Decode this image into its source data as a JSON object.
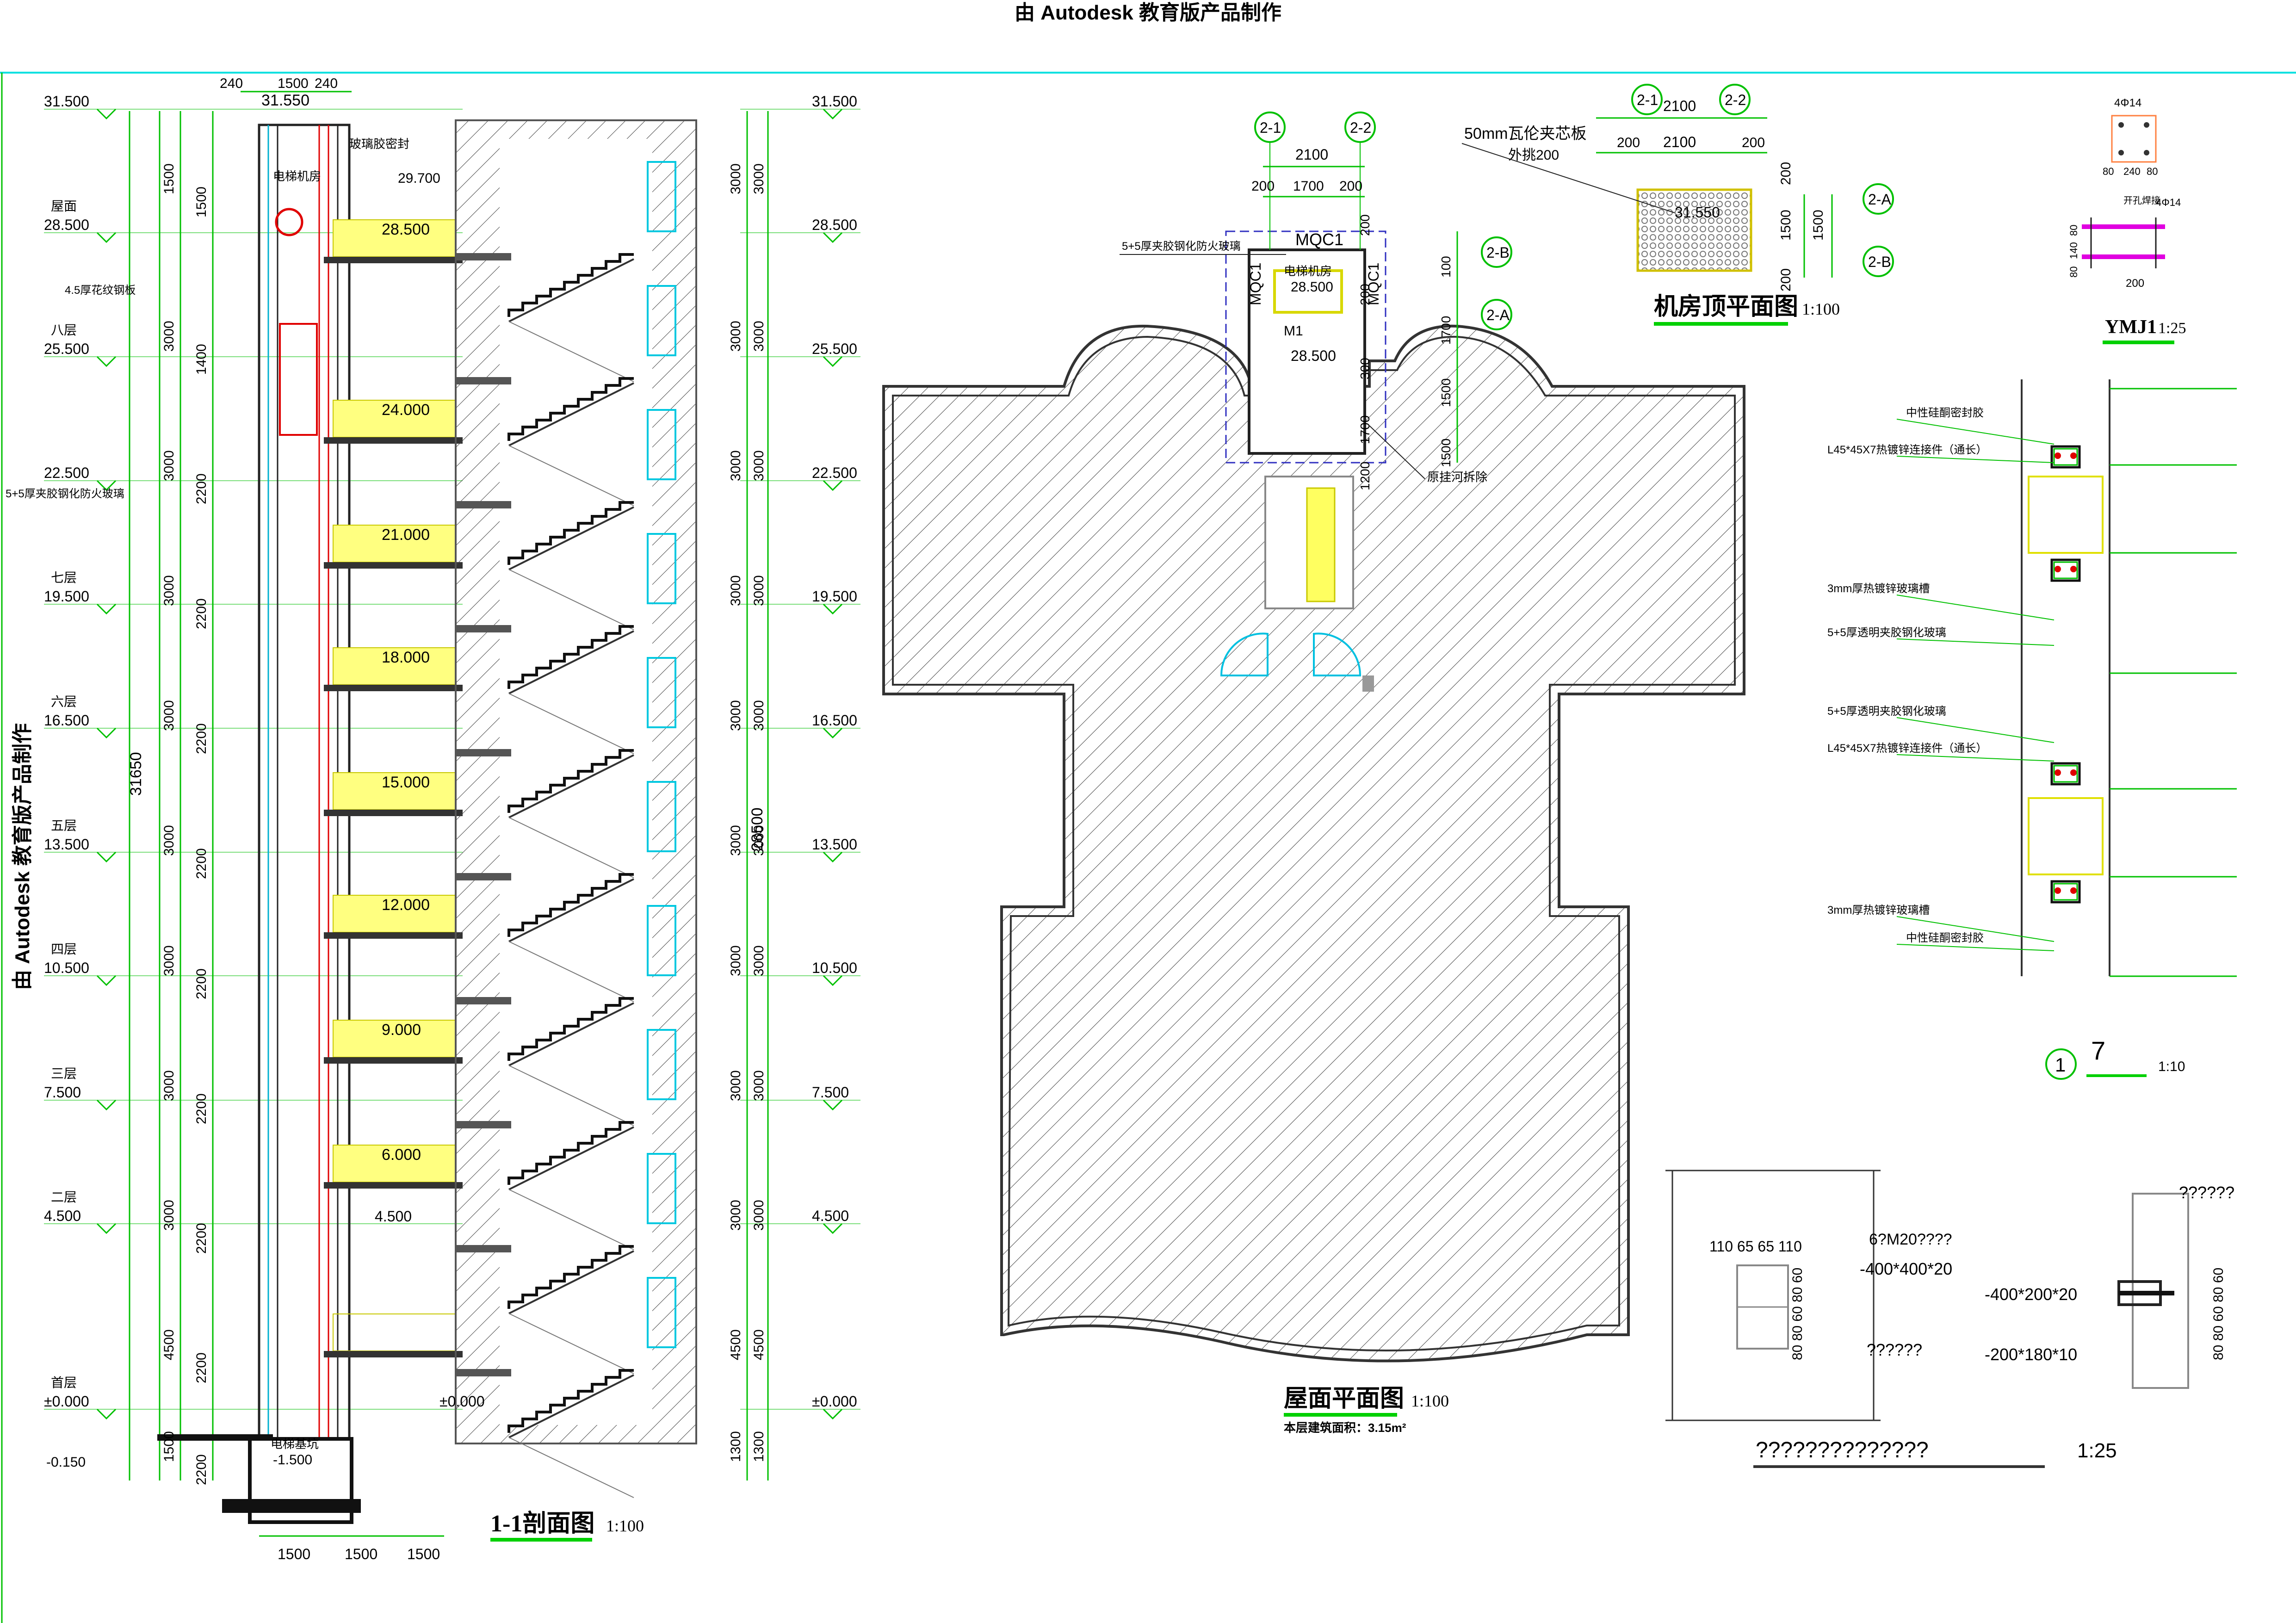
{
  "watermark": "由 Autodesk 教育版产品制作",
  "section": {
    "title": "1-1剖面图",
    "scale": "1:100",
    "level_values": [
      "31.500",
      "28.500",
      "25.500",
      "22.500",
      "19.500",
      "16.500",
      "13.500",
      "10.500",
      "7.500",
      "4.500",
      "±0.000"
    ],
    "left_labels": [
      "屋面",
      "八层",
      "七层",
      "六层",
      "五层",
      "四层",
      "三层",
      "二层",
      "首层"
    ],
    "below_zero": "-0.150",
    "inner_levels": [
      "28.500",
      "24.000",
      "21.000",
      "18.000",
      "15.000",
      "12.000",
      "9.000",
      "6.000"
    ],
    "mid_levels": [
      "4.500",
      "±0.000"
    ],
    "top_level": "31.550",
    "upper_level": "29.700",
    "top_dims": [
      "240",
      "1500",
      "240"
    ],
    "bottom_dims": [
      "1500",
      "1500",
      "1500"
    ],
    "right_dims": [
      "3000",
      "3000",
      "3000",
      "3000",
      "3000",
      "3000",
      "3000",
      "3000",
      "3000",
      "4500",
      "1300"
    ],
    "left_dims": [
      "1500",
      "3000",
      "3000",
      "3000",
      "3000",
      "3000",
      "3000",
      "3000",
      "3000",
      "4500",
      "1500"
    ],
    "inner_dims": [
      "1500",
      "1400",
      "2200",
      "2200",
      "2200",
      "2200",
      "2200",
      "2200",
      "2200",
      "2200",
      "2200"
    ],
    "total_left": "31650",
    "total_right": "28500",
    "notes": {
      "glass_seal": "玻璃胶密封",
      "machine_room": "电梯机房",
      "plate": "4.5厚花纹钢板",
      "fire_glass": "5+5厚夹胶钢化防火玻璃",
      "pit": "电梯基坑",
      "pit_level": "-1.500"
    }
  },
  "roof_plan": {
    "title": "屋面平面图",
    "scale": "1:100",
    "area_note": "本层建筑面积：3.15m²",
    "axes": [
      "2-1",
      "2-2",
      "2-B",
      "2-A"
    ],
    "dims_top": [
      "2100",
      "200",
      "1700",
      "200"
    ],
    "dims_side": [
      "200",
      "100",
      "200",
      "1700",
      "300",
      "1500",
      "1700",
      "1500",
      "1200"
    ],
    "labels": {
      "mqc": "MQC1",
      "room": "电梯机房",
      "room_level": "28.500",
      "door": "M1",
      "floor_level": "28.500",
      "glass_note": "5+5厚夹胶钢化防火玻璃",
      "seal_note": "原挂河拆除"
    }
  },
  "machine_roof": {
    "title": "机房顶平面图",
    "scale": "1:100",
    "axes": [
      "2-1",
      "2-2",
      "2-A",
      "2-B"
    ],
    "dims_top": [
      "2100",
      "200",
      "2100",
      "200"
    ],
    "dims_side": [
      "200",
      "1500",
      "1500",
      "200"
    ],
    "level": "31.550",
    "note1": "50mm瓦伦夹芯板",
    "note2": "外挑200"
  },
  "ymj": {
    "title": "YMJ1",
    "scale": "1:25",
    "rebar": "4Φ14",
    "rebar2": "4Φ14",
    "dims": [
      "80",
      "240",
      "80",
      "200"
    ],
    "dims_v": [
      "80",
      "140",
      "80"
    ],
    "note": "开孔焊接"
  },
  "detail1": {
    "number": "1",
    "mark": "7",
    "scale": "1:10",
    "notes": [
      "中性硅酮密封胶",
      "L45*45X7热镀锌连接件（通长）",
      "3mm厚热镀锌玻璃槽",
      "5+5厚透明夹胶钢化玻璃",
      "5+5厚透明夹胶钢化玻璃",
      "L45*45X7热镀锌连接件（通长）",
      "3mm厚热镀锌玻璃槽",
      "中性硅酮密封胶"
    ]
  },
  "embed_detail": {
    "title": "??????????????",
    "scale": "1:25",
    "dims_top": "110 65 65 110",
    "notes": [
      "6?M20????",
      "-400*400*20",
      "??????",
      "-400*200*20",
      "-200*180*10",
      "??????"
    ],
    "dims_v": "80 80 60 80 60"
  }
}
